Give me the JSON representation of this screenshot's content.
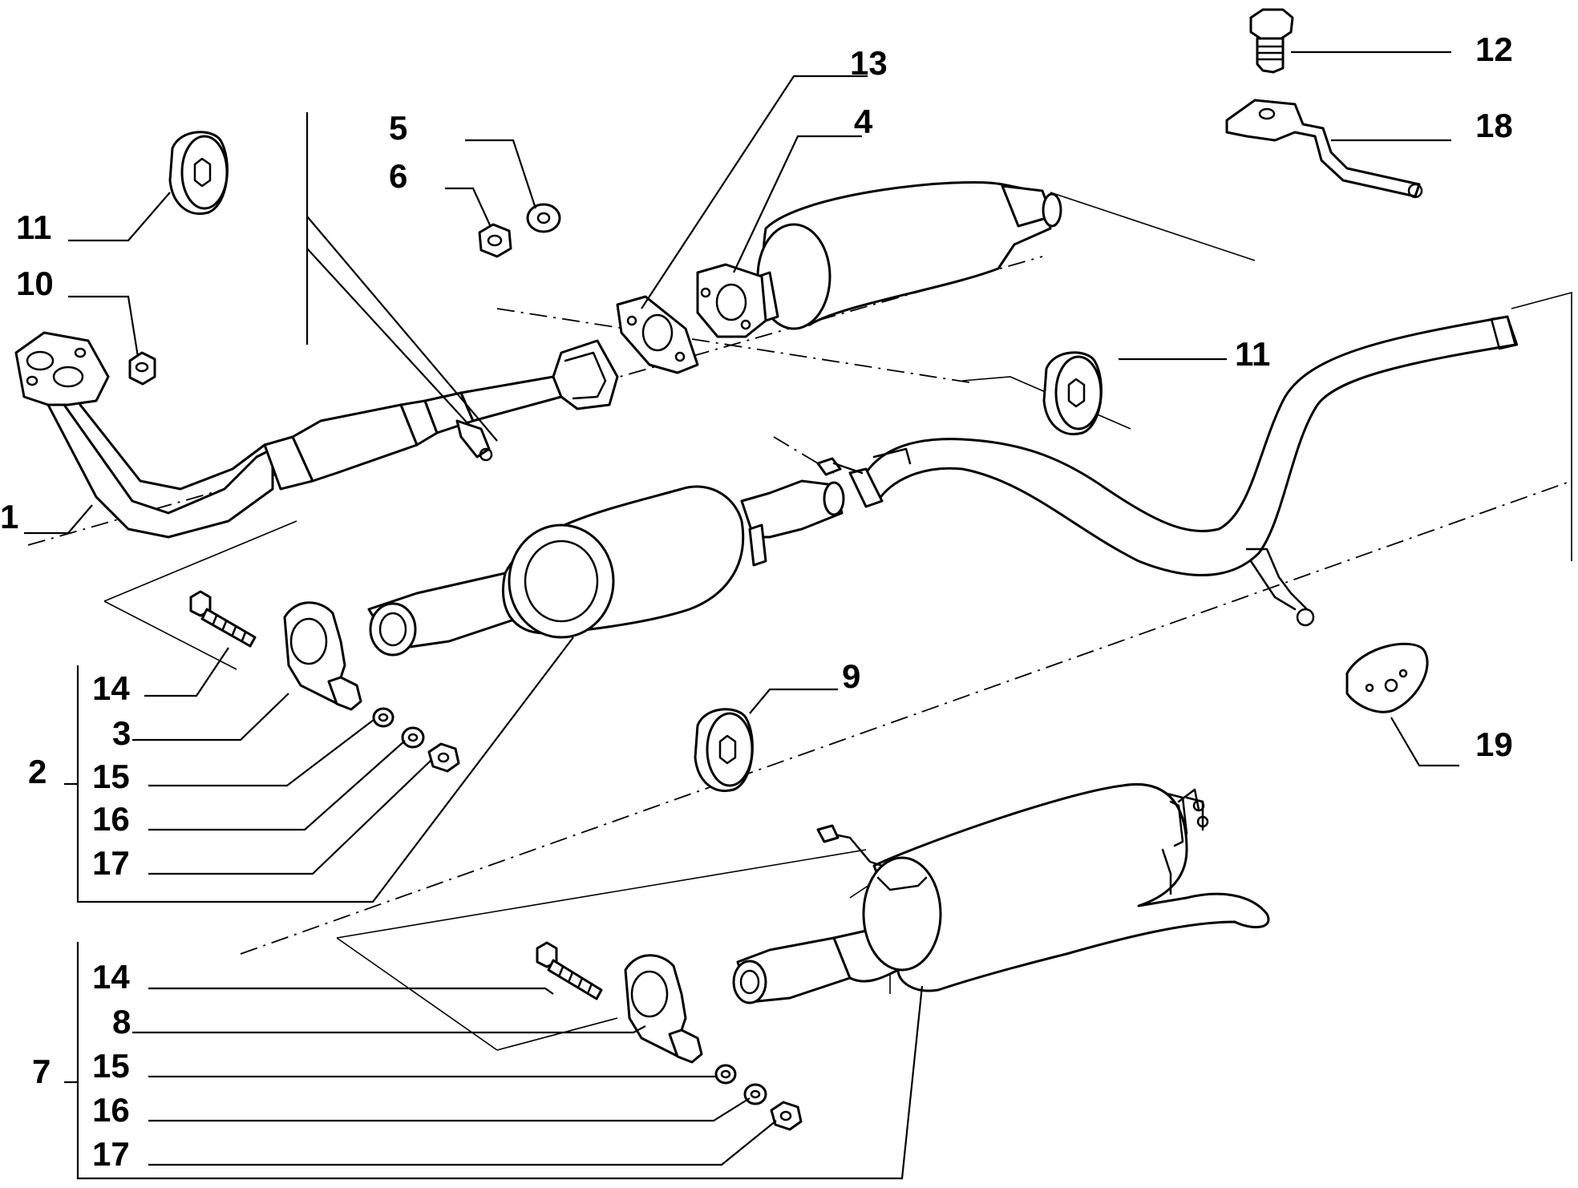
{
  "diagram": {
    "callouts": {
      "c1": "1",
      "c2": "2",
      "c3": "3",
      "c4": "4",
      "c5": "5",
      "c6": "6",
      "c7": "7",
      "c8": "8",
      "c9": "9",
      "c10": "10",
      "c11a": "11",
      "c11b": "11",
      "c12": "12",
      "c13": "13",
      "c14a": "14",
      "c14b": "14",
      "c15a": "15",
      "c15b": "15",
      "c16a": "16",
      "c16b": "16",
      "c17a": "17",
      "c17b": "17",
      "c18": "18",
      "c19": "19"
    }
  }
}
